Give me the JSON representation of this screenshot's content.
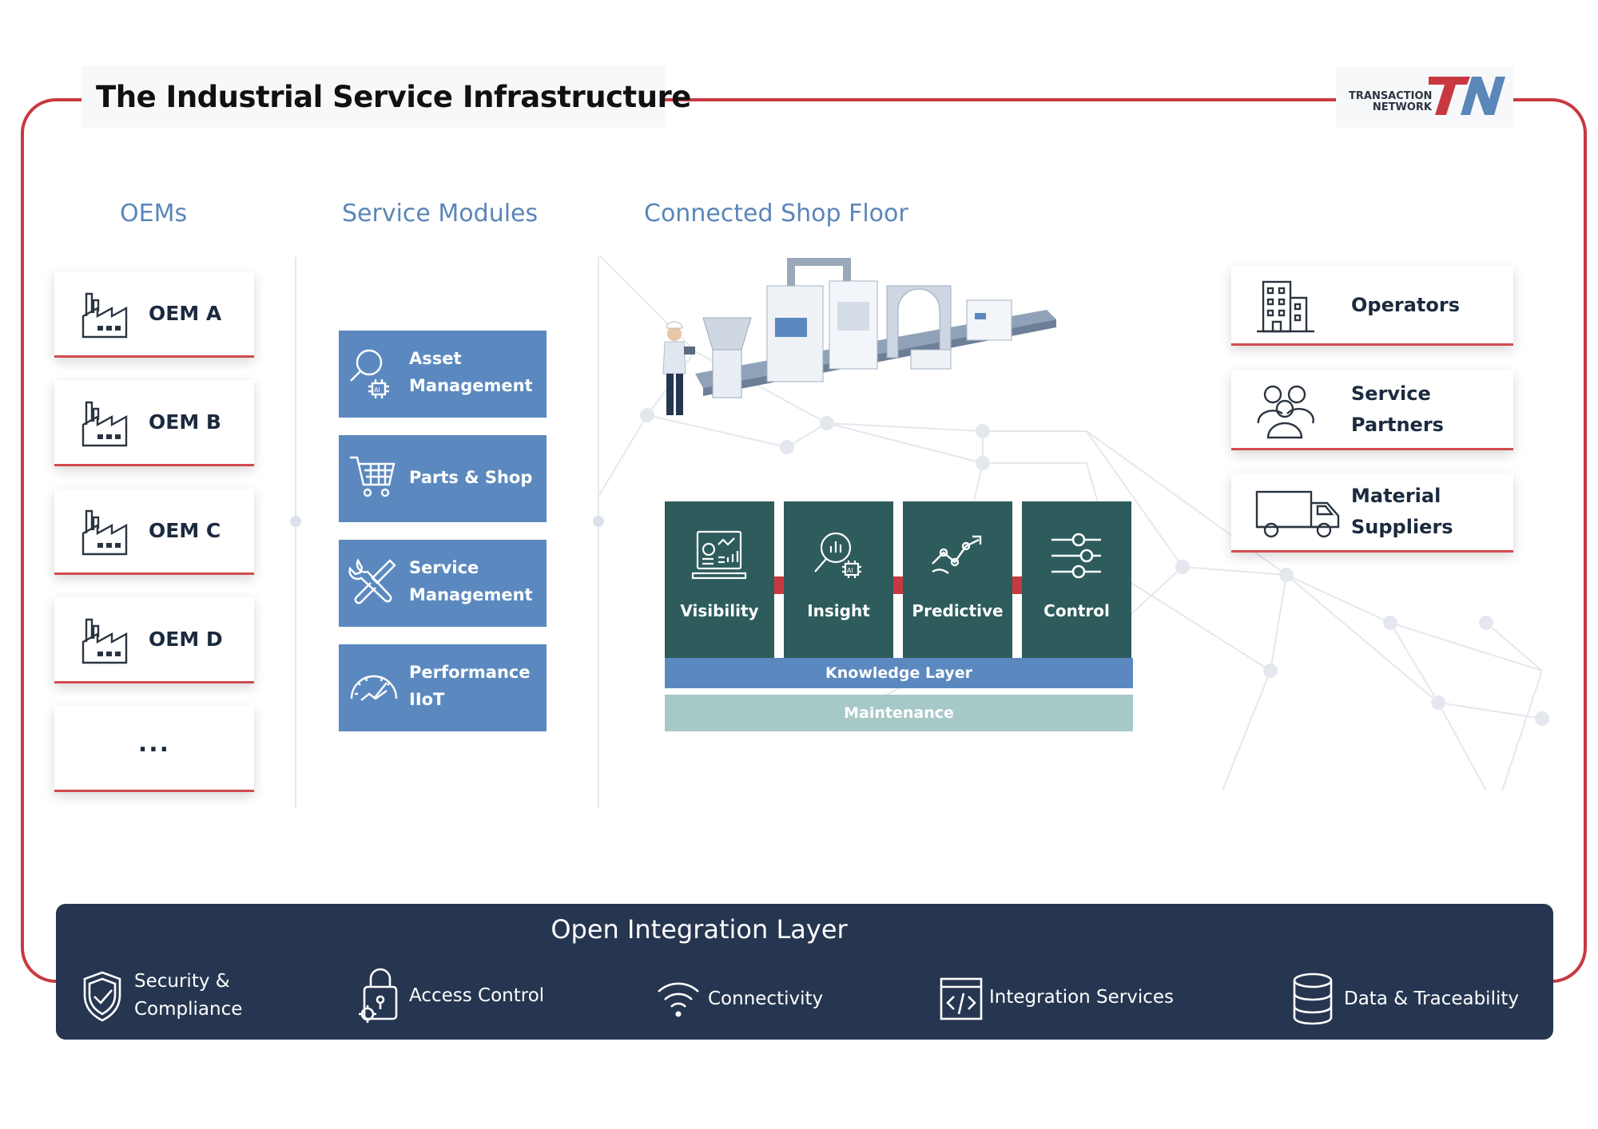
{
  "title": "The Industrial Service Infrastructure",
  "logo": {
    "line1": "TRANSACTION",
    "line2": "NETWORK",
    "mark": "TN",
    "colors": {
      "t": "#c8393f",
      "n": "#5a86b8"
    }
  },
  "columns": {
    "oems": "OEMs",
    "service_modules": "Service Modules",
    "shop_floor": "Connected Shop Floor"
  },
  "oems": [
    {
      "label": "OEM A",
      "icon": "factory-icon"
    },
    {
      "label": "OEM B",
      "icon": "factory-icon"
    },
    {
      "label": "OEM C",
      "icon": "factory-icon"
    },
    {
      "label": "OEM D",
      "icon": "factory-icon"
    },
    {
      "label": "..."
    }
  ],
  "service_modules": [
    {
      "line1": "Asset",
      "line2": "Management",
      "icon": "ai-search-icon"
    },
    {
      "line1": "Parts & Shop",
      "line2": "",
      "icon": "cart-icon"
    },
    {
      "line1": "Service",
      "line2": "Management",
      "icon": "tools-icon"
    },
    {
      "line1": "Performance",
      "line2": "IIoT",
      "icon": "gauge-icon"
    }
  ],
  "capabilities": [
    {
      "label": "Visibility",
      "icon": "dashboard-icon"
    },
    {
      "label": "Insight",
      "icon": "ai-analytics-icon"
    },
    {
      "label": "Predictive",
      "icon": "trend-icon"
    },
    {
      "label": "Control",
      "icon": "sliders-icon"
    }
  ],
  "knowledge_layer": "Knowledge Layer",
  "maintenance": "Maintenance",
  "stakeholders": [
    {
      "line1": "Operators",
      "line2": "",
      "icon": "building-icon"
    },
    {
      "line1": "Service",
      "line2": "Partners",
      "icon": "people-icon"
    },
    {
      "line1": "Material",
      "line2": "Suppliers",
      "icon": "truck-icon"
    }
  ],
  "integration": {
    "title": "Open Integration Layer",
    "items": [
      {
        "line1": "Security &",
        "line2": "Compliance",
        "icon": "shield-check-icon"
      },
      {
        "line1": "Access Control",
        "line2": "",
        "icon": "lock-gear-icon"
      },
      {
        "line1": "Connectivity",
        "line2": "",
        "icon": "wifi-icon"
      },
      {
        "line1": "Integration Services",
        "line2": "",
        "icon": "code-window-icon"
      },
      {
        "line1": "Data & Traceability",
        "line2": "",
        "icon": "database-icon"
      }
    ]
  },
  "colors": {
    "accent_red": "#c8393f",
    "module_blue": "#5b89bf",
    "tile_teal": "#2e5c5c",
    "band_navy": "#263650",
    "maintenance": "#a6c8c6"
  }
}
